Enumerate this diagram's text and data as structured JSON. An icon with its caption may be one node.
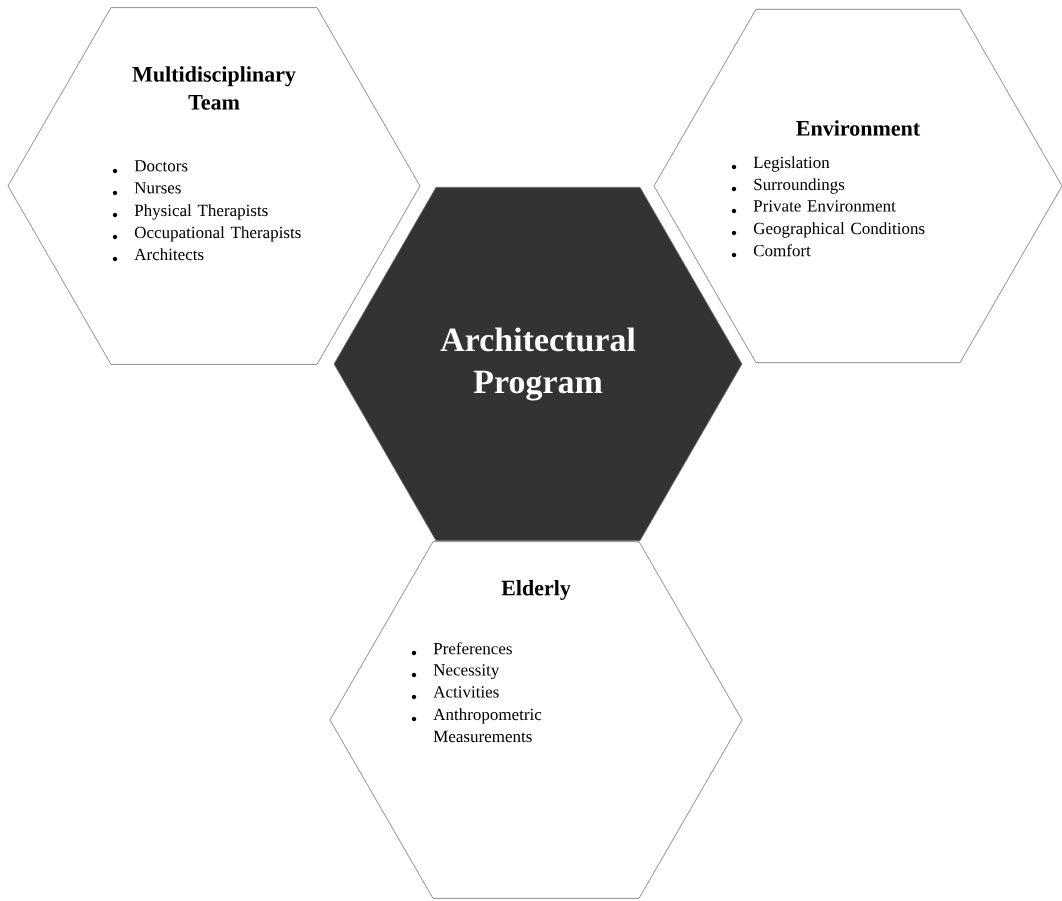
{
  "diagram": {
    "nodes": [
      {
        "text": [
          "Multidisciplinary Team",
          "Doctors",
          "Nurses",
          "Physical Therapists",
          "Occupational Therapists",
          "Architects"
        ]
      },
      {
        "text": [
          "Environment",
          "Legislation",
          "Surroundings",
          "Private Environment",
          "Geographical Conditions",
          "Comfort"
        ]
      },
      {
        "text": [
          "Architectural Program"
        ]
      },
      {
        "text": [
          "Elderly",
          "Preferences",
          "Necessity",
          "Activities",
          "Anthropometric Measurements"
        ]
      }
    ]
  }
}
